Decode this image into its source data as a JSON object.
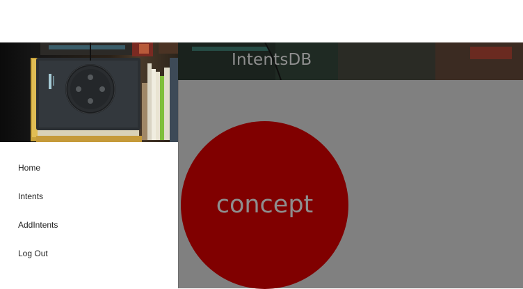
{
  "app": {
    "title": "IntentsDB"
  },
  "nav": {
    "items": [
      {
        "label": "Home"
      },
      {
        "label": "Intents"
      },
      {
        "label": "AddIntents"
      },
      {
        "label": "Log Out"
      }
    ]
  },
  "main": {
    "concept_label": "concept",
    "concept_color": "#800000",
    "overlay_color": "#808080"
  }
}
